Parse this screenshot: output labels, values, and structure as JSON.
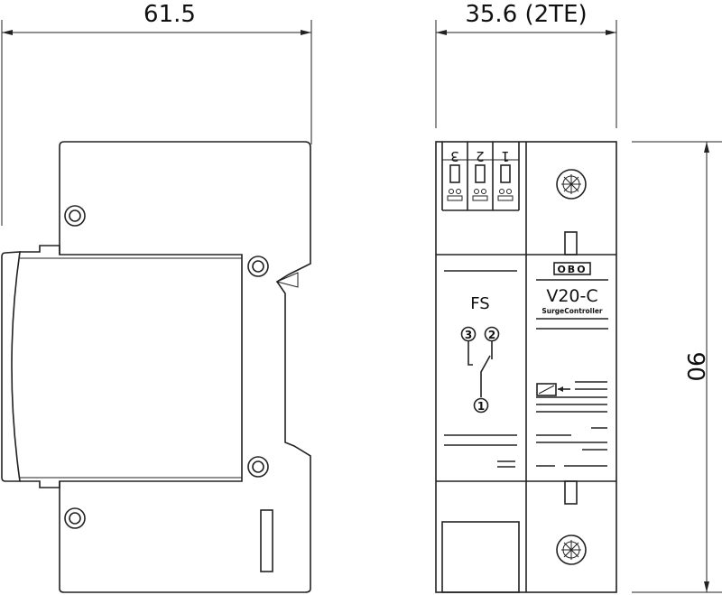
{
  "dimensions": {
    "depth": "61.5",
    "width": "35.6 (2TE)",
    "height": "90"
  },
  "front_panel": {
    "terminal_numbers": [
      "3",
      "2",
      "1"
    ],
    "fs_label": "FS",
    "contact_numbers": {
      "nc_left": "3",
      "nc_right": "2",
      "common": "1"
    },
    "brand_logo": "OBO",
    "model": "V20-C",
    "series": "SurgeController"
  },
  "colors": {
    "line": "#222222",
    "background": "#ffffff"
  }
}
